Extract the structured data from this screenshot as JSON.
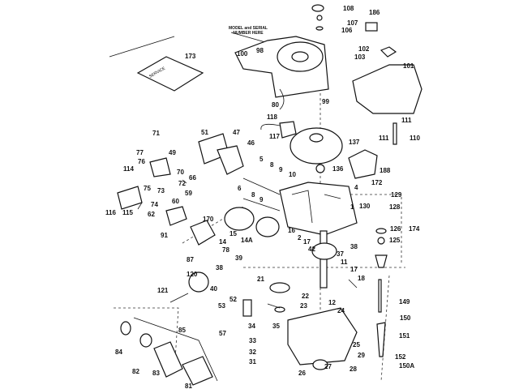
{
  "diagram": {
    "model_serial_note": "MODEL and SERIAL NUMBER HERE",
    "box_label": "SERVICE",
    "part_labels": [
      "173",
      "100",
      "98",
      "108",
      "107",
      "106",
      "186",
      "102",
      "103",
      "101",
      "99",
      "80",
      "118",
      "117",
      "137",
      "111",
      "110",
      "111",
      "136",
      "188",
      "172",
      "71",
      "51",
      "47",
      "46",
      "49",
      "77",
      "76",
      "114",
      "70",
      "66",
      "72",
      "73",
      "75",
      "74",
      "116",
      "115",
      "6",
      "5",
      "8",
      "9",
      "10",
      "8",
      "9",
      "4",
      "1",
      "130",
      "129",
      "128",
      "126",
      "174",
      "125",
      "60",
      "59",
      "62",
      "91",
      "170",
      "15",
      "16",
      "14",
      "14A",
      "87",
      "78",
      "39",
      "38",
      "120",
      "40",
      "121",
      "2",
      "17",
      "42",
      "37",
      "38",
      "11",
      "17",
      "18",
      "21",
      "22",
      "12",
      "23",
      "24",
      "52",
      "53",
      "57",
      "34",
      "35",
      "33",
      "32",
      "31",
      "26",
      "27",
      "28",
      "29",
      "25",
      "149",
      "150",
      "151",
      "152",
      "150A",
      "84",
      "82",
      "83",
      "81",
      "85"
    ]
  }
}
